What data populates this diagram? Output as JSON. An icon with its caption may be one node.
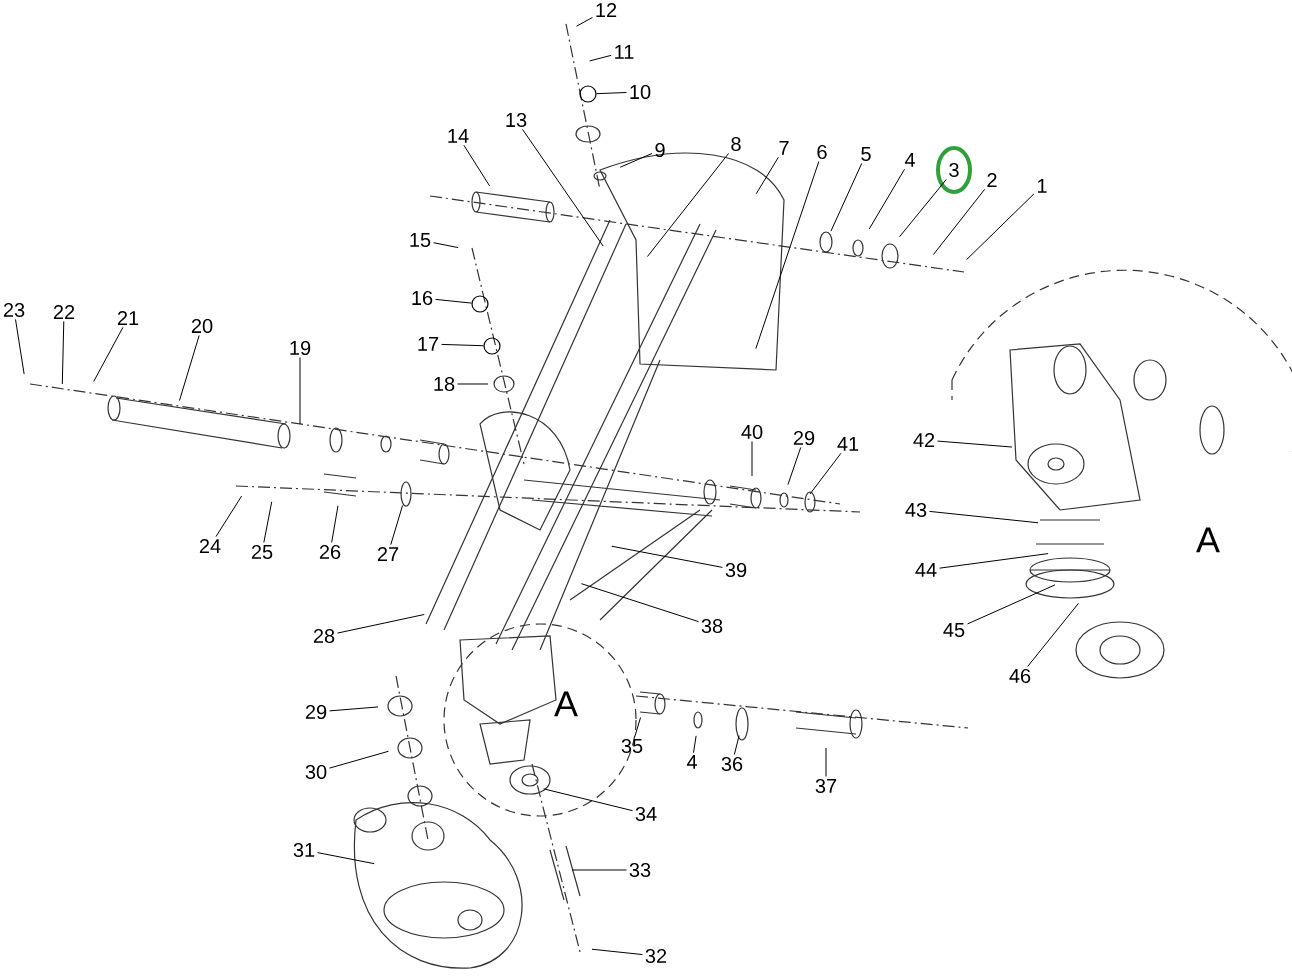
{
  "diagram": {
    "nodes": [
      {
        "text": [
          "1"
        ]
      },
      {
        "text": [
          "2"
        ]
      },
      {
        "text": [
          "3"
        ]
      },
      {
        "text": [
          "4"
        ]
      },
      {
        "text": [
          "5"
        ]
      },
      {
        "text": [
          "6"
        ]
      },
      {
        "text": [
          "7"
        ]
      },
      {
        "text": [
          "8"
        ]
      },
      {
        "text": [
          "9"
        ]
      },
      {
        "text": [
          "10"
        ]
      },
      {
        "text": [
          "11"
        ]
      },
      {
        "text": [
          "12"
        ]
      },
      {
        "text": [
          "13"
        ]
      },
      {
        "text": [
          "14"
        ]
      },
      {
        "text": [
          "15"
        ]
      },
      {
        "text": [
          "16"
        ]
      },
      {
        "text": [
          "17"
        ]
      },
      {
        "text": [
          "18"
        ]
      },
      {
        "text": [
          "19"
        ]
      },
      {
        "text": [
          "20"
        ]
      },
      {
        "text": [
          "21"
        ]
      },
      {
        "text": [
          "22"
        ]
      },
      {
        "text": [
          "23"
        ]
      },
      {
        "text": [
          "24"
        ]
      },
      {
        "text": [
          "25"
        ]
      },
      {
        "text": [
          "26"
        ]
      },
      {
        "text": [
          "27"
        ]
      },
      {
        "text": [
          "28"
        ]
      },
      {
        "text": [
          "29"
        ]
      },
      {
        "text": [
          "30"
        ]
      },
      {
        "text": [
          "31"
        ]
      },
      {
        "text": [
          "32"
        ]
      },
      {
        "text": [
          "33"
        ]
      },
      {
        "text": [
          "34"
        ]
      },
      {
        "text": [
          "35"
        ]
      },
      {
        "text": [
          "4"
        ]
      },
      {
        "text": [
          "36"
        ]
      },
      {
        "text": [
          "37"
        ]
      },
      {
        "text": [
          "38"
        ]
      },
      {
        "text": [
          "39"
        ]
      },
      {
        "text": [
          "40"
        ]
      },
      {
        "text": [
          "29"
        ]
      },
      {
        "text": [
          "41"
        ]
      },
      {
        "text": [
          "42"
        ]
      },
      {
        "text": [
          "43"
        ]
      },
      {
        "text": [
          "44"
        ]
      },
      {
        "text": [
          "45"
        ]
      },
      {
        "text": [
          "46"
        ]
      },
      {
        "text": [],
        "shape": "circle"
      },
      {
        "text": [],
        "shape": "circle"
      },
      {
        "text": [],
        "shape": "circle"
      }
    ],
    "edges": [
      {
        "from": 0,
        "to": null,
        "arrow": "none"
      },
      {
        "from": 1,
        "to": null,
        "arrow": "none"
      },
      {
        "from": 2,
        "to": null,
        "arrow": "none"
      },
      {
        "from": 3,
        "to": null,
        "arrow": "none"
      },
      {
        "from": 4,
        "to": null,
        "arrow": "none"
      },
      {
        "from": 5,
        "to": null,
        "arrow": "none"
      },
      {
        "from": 6,
        "to": null,
        "arrow": "none"
      },
      {
        "from": 7,
        "to": null,
        "arrow": "none"
      },
      {
        "from": 8,
        "to": null,
        "arrow": "none"
      },
      {
        "from": 9,
        "to": 48,
        "arrow": "none"
      },
      {
        "from": 10,
        "to": null,
        "arrow": "none"
      },
      {
        "from": 11,
        "to": null,
        "arrow": "none"
      },
      {
        "from": 12,
        "to": null,
        "arrow": "none"
      },
      {
        "from": 13,
        "to": null,
        "arrow": "none"
      },
      {
        "from": 14,
        "to": null,
        "arrow": "none"
      },
      {
        "from": 15,
        "to": 49,
        "arrow": "none"
      },
      {
        "from": 16,
        "to": 50,
        "arrow": "none"
      },
      {
        "from": 17,
        "to": null,
        "arrow": "none"
      },
      {
        "from": 18,
        "to": null,
        "arrow": "none"
      },
      {
        "from": 19,
        "to": null,
        "arrow": "none"
      },
      {
        "from": 20,
        "to": null,
        "arrow": "none"
      },
      {
        "from": 21,
        "to": null,
        "arrow": "none"
      },
      {
        "from": 22,
        "to": null,
        "arrow": "none"
      },
      {
        "from": 23,
        "to": null,
        "arrow": "none"
      },
      {
        "from": 24,
        "to": null,
        "arrow": "none"
      },
      {
        "from": 25,
        "to": null,
        "arrow": "none"
      },
      {
        "from": 26,
        "to": null,
        "arrow": "none"
      },
      {
        "from": 27,
        "to": null,
        "arrow": "none"
      },
      {
        "from": 28,
        "to": null,
        "arrow": "none"
      },
      {
        "from": 29,
        "to": null,
        "arrow": "none"
      },
      {
        "from": 30,
        "to": null,
        "arrow": "none"
      },
      {
        "from": 31,
        "to": null,
        "arrow": "none"
      },
      {
        "from": 32,
        "to": null,
        "arrow": "none"
      },
      {
        "from": 33,
        "to": null,
        "arrow": "none"
      },
      {
        "from": 34,
        "to": null,
        "arrow": "none"
      },
      {
        "from": 35,
        "to": null,
        "arrow": "none"
      },
      {
        "from": 36,
        "to": null,
        "arrow": "none"
      },
      {
        "from": 37,
        "to": null,
        "arrow": "none"
      },
      {
        "from": 38,
        "to": null,
        "arrow": "none"
      },
      {
        "from": 39,
        "to": null,
        "arrow": "none"
      },
      {
        "from": 40,
        "to": null,
        "arrow": "none"
      },
      {
        "from": 41,
        "to": null,
        "arrow": "none"
      },
      {
        "from": 42,
        "to": null,
        "arrow": "none"
      },
      {
        "from": 43,
        "to": null,
        "arrow": "none"
      },
      {
        "from": 44,
        "to": null,
        "arrow": "none"
      },
      {
        "from": 45,
        "to": null,
        "arrow": "none"
      },
      {
        "from": 46,
        "to": null,
        "arrow": "none"
      },
      {
        "from": 47,
        "to": null,
        "arrow": "none"
      }
    ],
    "labels": [
      "A",
      "A"
    ]
  }
}
